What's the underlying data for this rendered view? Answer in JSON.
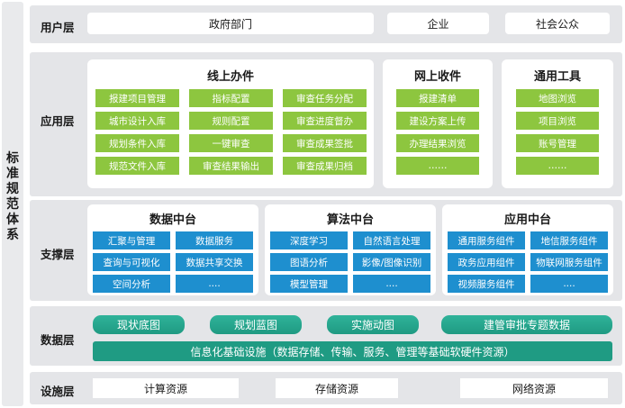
{
  "side_title": "标准规范体系",
  "user_layer": {
    "label": "用户层",
    "items": [
      "政府部门",
      "企业",
      "社会公众"
    ]
  },
  "app_layer": {
    "label": "应用层",
    "online_office": {
      "title": "线上办件",
      "items": [
        "报建项目管理",
        "指标配置",
        "审查任务分配",
        "城市设计入库",
        "规则配置",
        "审查进度督办",
        "规划条件入库",
        "一键审查",
        "审查成果签批",
        "规范文件入库",
        "审查结果输出",
        "审查成果归档"
      ]
    },
    "online_receive": {
      "title": "网上收件",
      "items": [
        "报建清单",
        "建设方案上传",
        "办理结果浏览",
        "……"
      ]
    },
    "tools": {
      "title": "通用工具",
      "items": [
        "地图浏览",
        "项目浏览",
        "账号管理",
        "……"
      ]
    }
  },
  "support_layer": {
    "label": "支撑层",
    "data_center": {
      "title": "数据中台",
      "items": [
        "汇聚与管理",
        "数据服务",
        "查询与可视化",
        "数据共享交换",
        "空间分析",
        "...."
      ]
    },
    "algo_center": {
      "title": "算法中台",
      "items": [
        "深度学习",
        "自然语言处理",
        "图语分析",
        "影像/图像识别",
        "模型管理",
        "...."
      ]
    },
    "app_center": {
      "title": "应用中台",
      "items": [
        "通用服务组件",
        "地信服务组件",
        "政务应用组件",
        "物联网服务组件",
        "视频服务组件",
        "...."
      ]
    }
  },
  "data_layer": {
    "label": "数据层",
    "items": [
      "现状底图",
      "规划蓝图",
      "实施动图",
      "建管审批专题数据"
    ],
    "infra": "信息化基础设施（数据存储、传输、服务、管理等基础软硬件资源）"
  },
  "facility_layer": {
    "label": "设施层",
    "items": [
      "计算资源",
      "存储资源",
      "网络资源"
    ]
  }
}
